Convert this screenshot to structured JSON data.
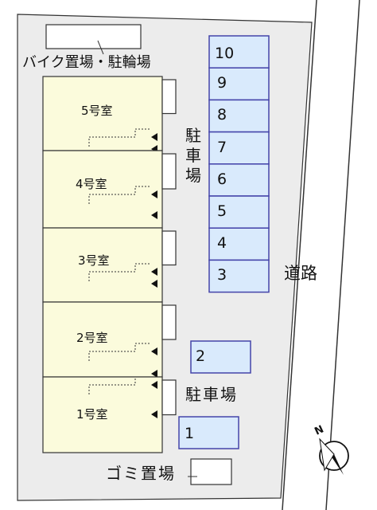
{
  "colors": {
    "site": "#ececec",
    "room": "#fbfbdc",
    "parking": "#d9eafc",
    "outline": "#333333",
    "parking_outline": "#4444aa"
  },
  "labels": {
    "bike_parking": "バイク置場・駐輪場",
    "parking_vertical": [
      "駐",
      "車",
      "場"
    ],
    "parking_horizontal": "駐車場",
    "road": "道路",
    "garbage": "ゴミ置場"
  },
  "rooms": [
    "5号室",
    "4号室",
    "3号室",
    "2号室",
    "1号室"
  ],
  "parking_spaces": [
    "10",
    "9",
    "8",
    "7",
    "6",
    "5",
    "4",
    "3"
  ],
  "parking_single": [
    "2",
    "1"
  ],
  "compass": {
    "label": "N",
    "icon": "north-arrow-icon"
  }
}
